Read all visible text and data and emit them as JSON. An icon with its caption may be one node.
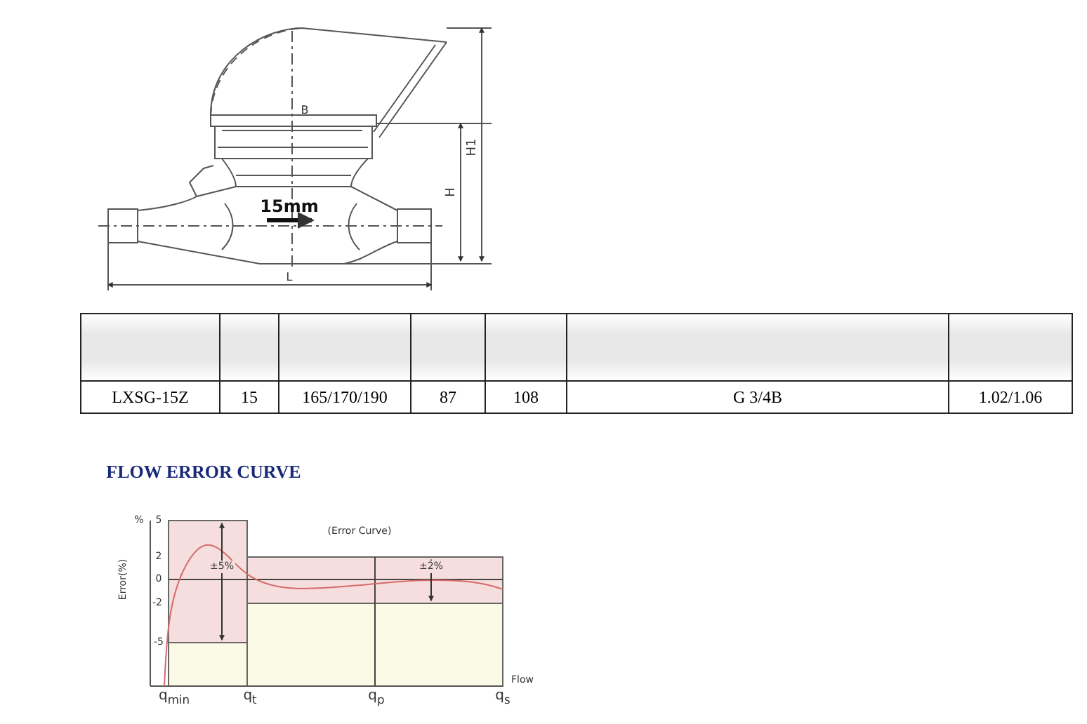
{
  "diagram": {
    "labels": [
      "B",
      "H1",
      "H",
      "15mm",
      "L",
      "LXSG-15Z",
      "15",
      "165/170/190",
      "87",
      "108",
      "G 3/4B",
      "1.02/1.06",
      "FLOW ERROR CURVE",
      "%",
      "5",
      "2",
      "0",
      "-2",
      "-5",
      "Error(%)",
      "(Error Curve)",
      "±5%",
      "±2%",
      "Flow",
      "q$_{min}$",
      "q$_{t}$",
      "q$_{p}$",
      "q$_{s}$"
    ]
  }
}
